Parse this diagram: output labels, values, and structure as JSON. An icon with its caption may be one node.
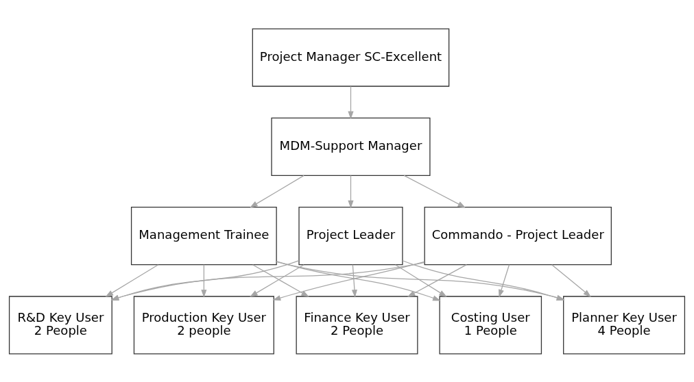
{
  "diagram": {
    "nodes": [
      {
        "text": [
          "Project Manager SC-Excellent"
        ]
      },
      {
        "text": [
          "MDM-Support Manager"
        ]
      },
      {
        "text": [
          "Management Trainee"
        ]
      },
      {
        "text": [
          "Project Leader"
        ]
      },
      {
        "text": [
          "Commando - Project Leader"
        ]
      },
      {
        "text": [
          "Planner Key User",
          "4 People"
        ]
      },
      {
        "text": [
          "R&D Key User",
          "2 People"
        ]
      },
      {
        "text": [
          "Production Key User",
          "2 people"
        ]
      },
      {
        "text": [
          "Finance Key User",
          "2 People"
        ]
      },
      {
        "text": [
          "Costing User",
          "1 People"
        ]
      }
    ],
    "edges": [
      {
        "from": 0,
        "to": 1,
        "arrow": "to"
      },
      {
        "from": 1,
        "to": 2,
        "arrow": "to"
      },
      {
        "from": 1,
        "to": 3,
        "arrow": "to"
      },
      {
        "from": 1,
        "to": 4,
        "arrow": "to"
      },
      {
        "from": 2,
        "to": 5,
        "arrow": "to"
      },
      {
        "from": 2,
        "to": 6,
        "arrow": "to"
      },
      {
        "from": 2,
        "to": 7,
        "arrow": "to"
      },
      {
        "from": 2,
        "to": 8,
        "arrow": "to"
      },
      {
        "from": 2,
        "to": 9,
        "arrow": "to"
      },
      {
        "from": 3,
        "to": 5,
        "arrow": "to"
      },
      {
        "from": 3,
        "to": 6,
        "arrow": "to"
      },
      {
        "from": 3,
        "to": 7,
        "arrow": "to"
      },
      {
        "from": 3,
        "to": 8,
        "arrow": "to"
      },
      {
        "from": 3,
        "to": 9,
        "arrow": "to"
      },
      {
        "from": 4,
        "to": 5,
        "arrow": "to"
      },
      {
        "from": 4,
        "to": 6,
        "arrow": "to"
      },
      {
        "from": 4,
        "to": 7,
        "arrow": "to"
      },
      {
        "from": 4,
        "to": 8,
        "arrow": "to"
      },
      {
        "from": 4,
        "to": 9,
        "arrow": "to"
      }
    ]
  }
}
